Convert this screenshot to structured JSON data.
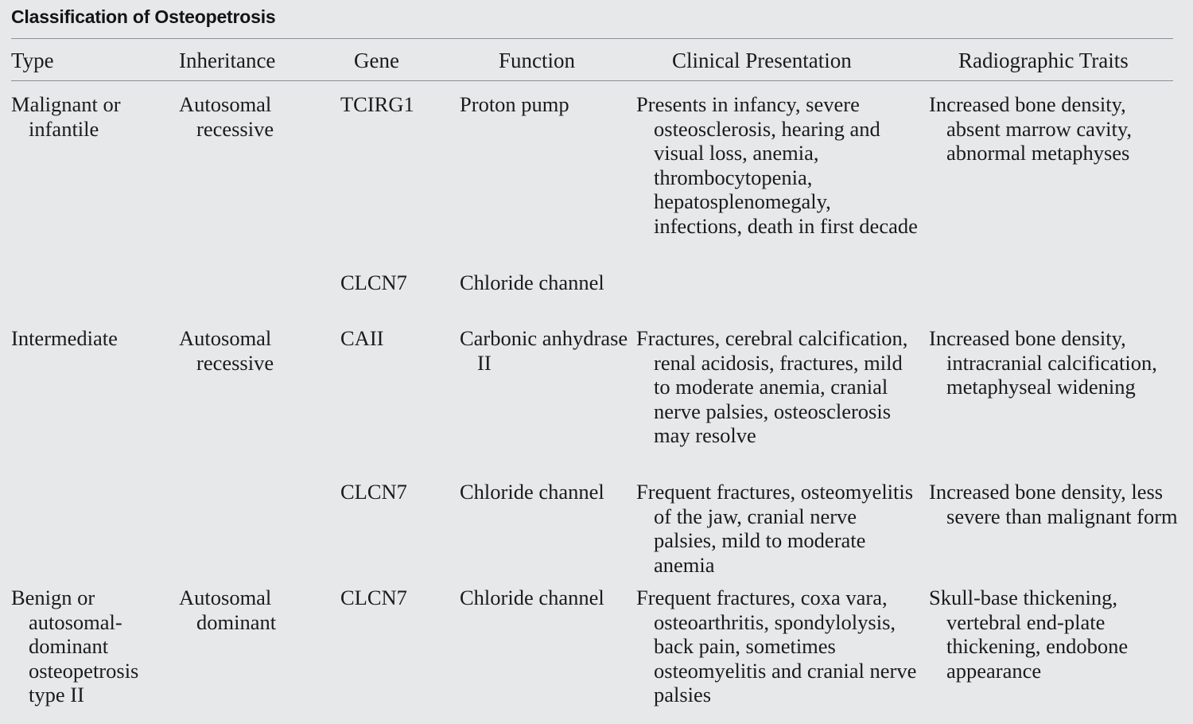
{
  "figure": {
    "title": "Classification of Osteopetrosis",
    "background_color": "#e7e8ea",
    "rule_color": "#8d8f92",
    "text_color": "#1b1b1b"
  },
  "table": {
    "columns": [
      {
        "key": "type",
        "label": "Type"
      },
      {
        "key": "inheritance",
        "label": "Inheritance"
      },
      {
        "key": "gene",
        "label": "Gene"
      },
      {
        "key": "function",
        "label": "Function"
      },
      {
        "key": "clinical",
        "label": "Clinical Presentation"
      },
      {
        "key": "radiographic",
        "label": "Radiographic Traits"
      }
    ],
    "rows": [
      {
        "type": "Malignant or infantile",
        "inheritance": "Autosomal recessive",
        "gene": "TCIRG1",
        "function": "Proton pump",
        "clinical": "Presents in infancy, severe osteosclerosis, hearing and visual loss, anemia, thrombocytopenia, hepatosplenomegaly, infections, death in first decade",
        "radiographic": "Increased bone density, absent marrow cavity, abnormal metaphyses"
      },
      {
        "type": "",
        "inheritance": "",
        "gene": "CLCN7",
        "function": "Chloride channel",
        "clinical": "",
        "radiographic": ""
      },
      {
        "type": "Intermediate",
        "inheritance": "Autosomal recessive",
        "gene": "CAII",
        "function": "Carbonic anhydrase II",
        "clinical": "Fractures, cerebral calcification, renal acidosis, fractures, mild to moderate anemia, cranial nerve palsies, osteosclerosis may resolve",
        "radiographic": "Increased bone density, intracranial calcification, metaphyseal widening"
      },
      {
        "type": "",
        "inheritance": "",
        "gene": "CLCN7",
        "function": "Chloride channel",
        "clinical": "Frequent fractures, osteomyelitis of the jaw, cranial nerve palsies, mild to moderate anemia",
        "radiographic": "Increased bone density, less severe than malignant form"
      },
      {
        "type": "Benign or autosomal-dominant osteopetrosis type II",
        "inheritance": "Autosomal dominant",
        "gene": "CLCN7",
        "function": "Chloride channel",
        "clinical": "Frequent fractures, coxa vara, osteoarthritis, spondylolysis, back pain, sometimes osteomyelitis and cranial nerve palsies",
        "radiographic": "Skull-base thickening, vertebral end-plate thickening, endobone appearance"
      }
    ]
  }
}
